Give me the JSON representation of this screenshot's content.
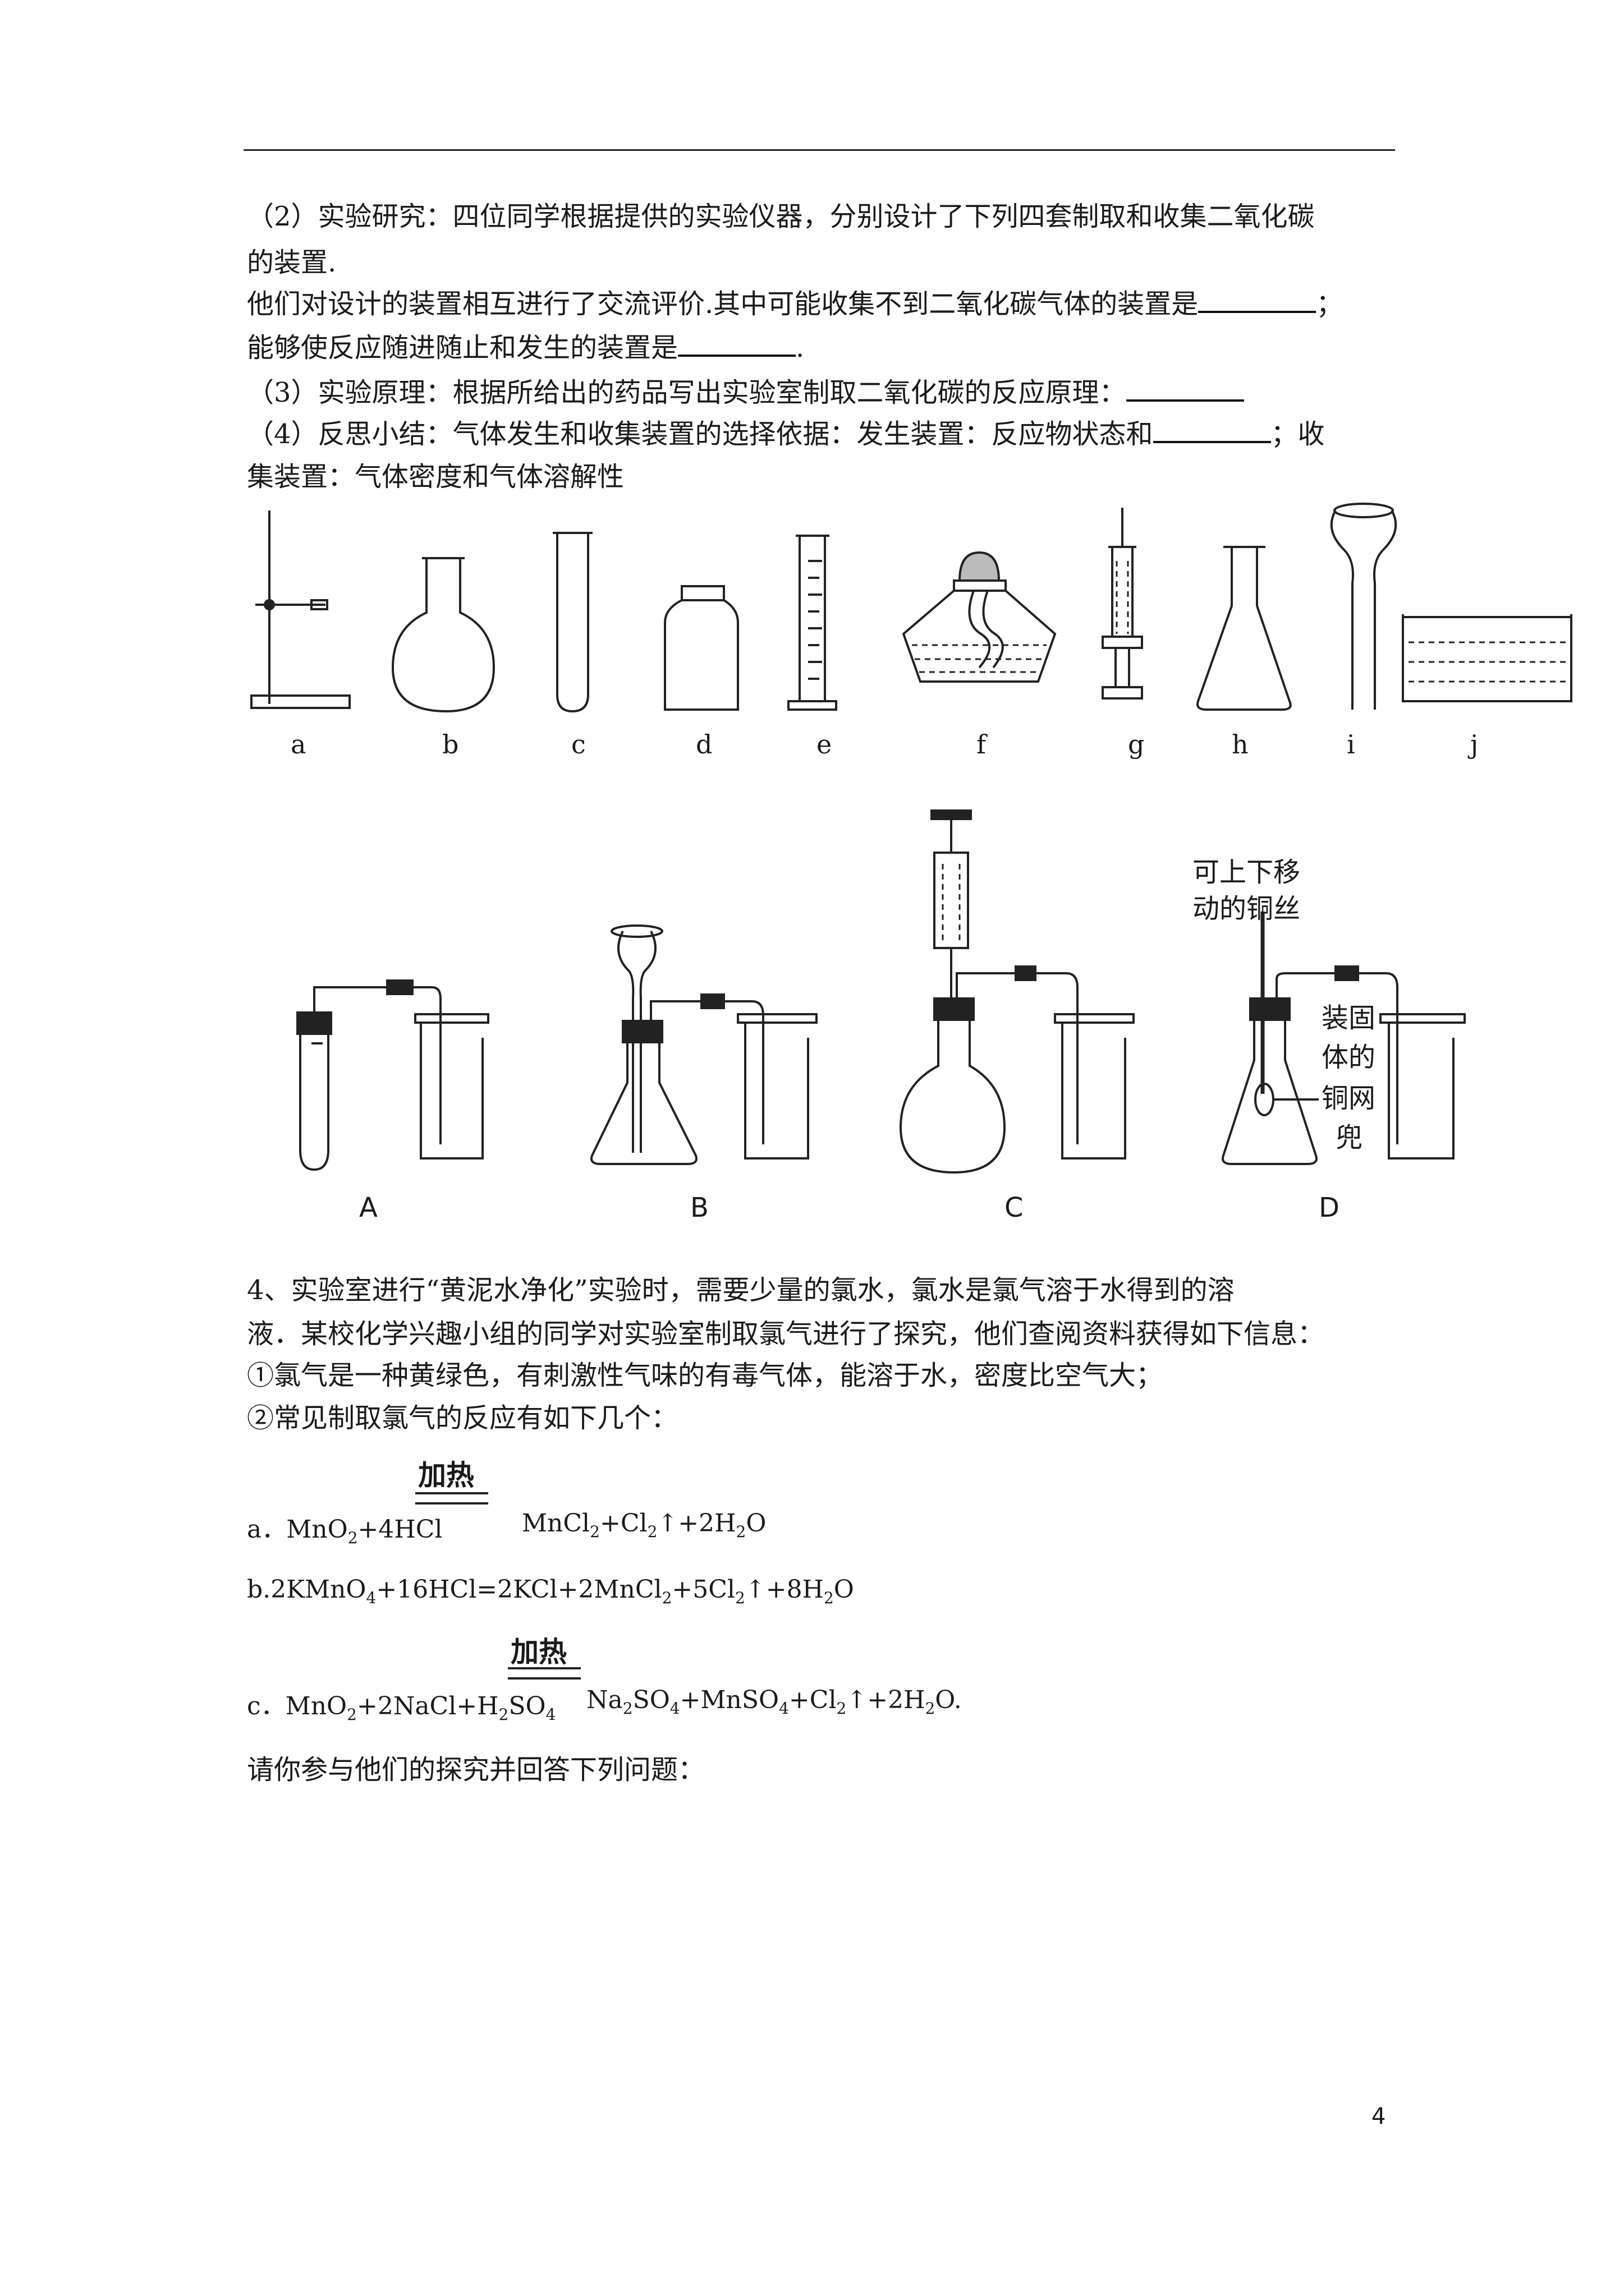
{
  "doc": {
    "q2_line1": "（2）实验研究：四位同学根据提供的实验仪器，分别设计了下列四套制取和收集二氧化碳",
    "q2_line2": "的装置.",
    "q2_line3_pre": "他们对设计的装置相互进行了交流评价.其中可能收集不到二氧化碳气体的装置是",
    "q2_line3_post": "；",
    "q2_line4_pre": "能够使反应随进随止和发生的装置是",
    "q2_line4_post": ".",
    "q3_line": "（3）实验原理：根据所给出的药品写出实验室制取二氧化碳的反应原理：",
    "q4_line1_pre": "（4）反思小结：气体发生和收集装置的选择依据：发生装置：反应物状态和",
    "q4_line1_post": "；收",
    "q4_line2": "集装置：气体密度和气体溶解性",
    "s4_line1": "4、实验室进行“黄泥水净化”实验时，需要少量的氯水，氯水是氯气溶于水得到的溶",
    "s4_line2": "液．某校化学兴趣小组的同学对实验室制取氯气进行了探究，他们查阅资料获得如下信息：",
    "s4_line3": "①氯气是一种黄绿色，有刺激性气味的有毒气体，能溶于水，密度比空气大；",
    "s4_line4": "②常见制取氯气的反应有如下几个：",
    "heat_label": "加热",
    "eq_a_prefix": "a．",
    "eq_b_prefix": "b.",
    "eq_c_prefix": "c．",
    "closing": "请你参与他们的探究并回答下列问题：",
    "page_number": "4"
  },
  "apparatus_labels": [
    "a",
    "b",
    "c",
    "d",
    "e",
    "f",
    "g",
    "h",
    "i",
    "j"
  ],
  "setup_labels": [
    "A",
    "B",
    "C",
    "D"
  ],
  "annotations": {
    "copper_wire_1": "可上下移",
    "copper_wire_2": "动的铜丝",
    "mesh_1": "装固",
    "mesh_2": "体的",
    "mesh_3": "铜网",
    "mesh_4": "兜"
  },
  "equations": {
    "a_left": [
      "MnO",
      "2",
      "+4HCl"
    ],
    "a_right": [
      "MnCl",
      "2",
      "+Cl",
      "2",
      "↑+2H",
      "2",
      "O"
    ],
    "b": [
      "2KMnO",
      "4",
      "+16HCl=2KCl+2MnCl",
      "2",
      "+5Cl",
      "2",
      "↑+8H",
      "2",
      "O"
    ],
    "c_left": [
      "MnO",
      "2",
      "+2NaCl+H",
      "2",
      "SO",
      "4"
    ],
    "c_right": [
      "Na",
      "2",
      "SO",
      "4",
      "+MnSO",
      "4",
      "+Cl",
      "2",
      "↑+2H",
      "2",
      "O."
    ]
  }
}
